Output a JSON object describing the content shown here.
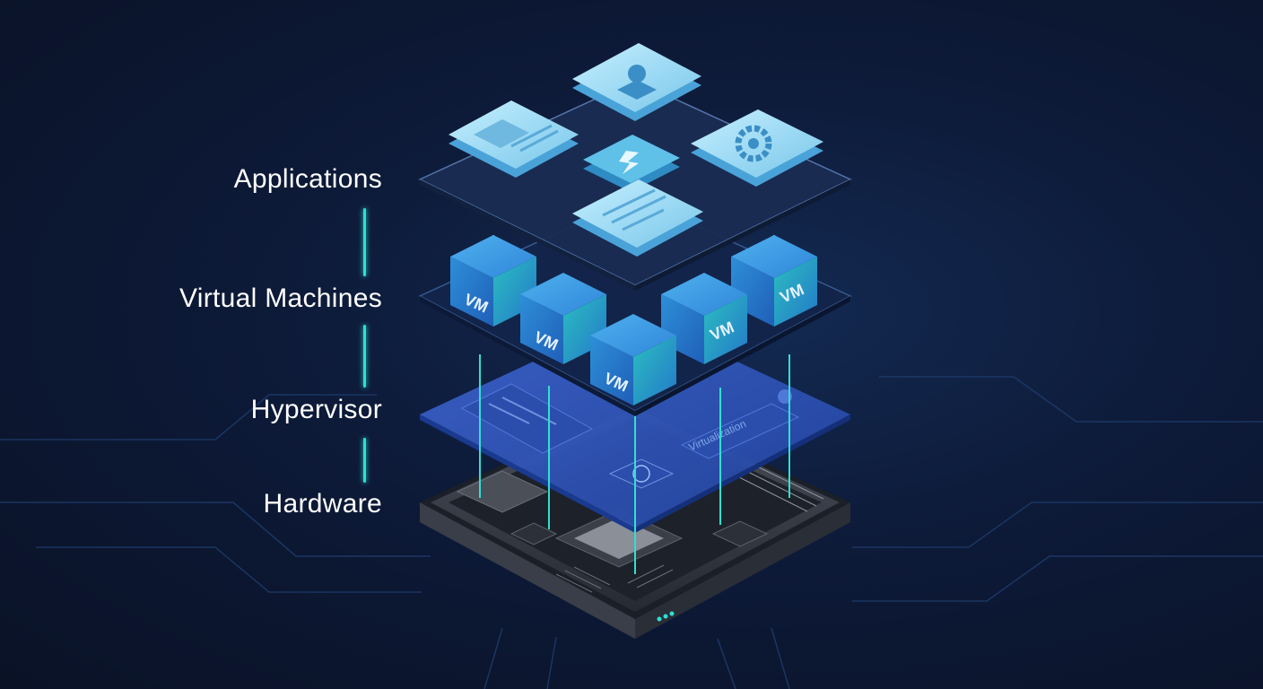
{
  "layers": [
    {
      "name": "Applications"
    },
    {
      "name": "Virtual Machines"
    },
    {
      "name": "Hypervisor"
    },
    {
      "name": "Hardware"
    }
  ],
  "vm_label": "VM",
  "hypervisor_caption": "Virtualization",
  "app_icons": [
    "browser-window-icon",
    "user-profile-icon",
    "lightning-icon",
    "gear-icon",
    "document-icon"
  ],
  "colors": {
    "background": "#0d1a38",
    "accent_glow": "#2fe0d2",
    "vm_cube": "#2a7ad6",
    "hypervisor_plane": "#2f55b8",
    "app_tile": "#a9e2f5"
  }
}
